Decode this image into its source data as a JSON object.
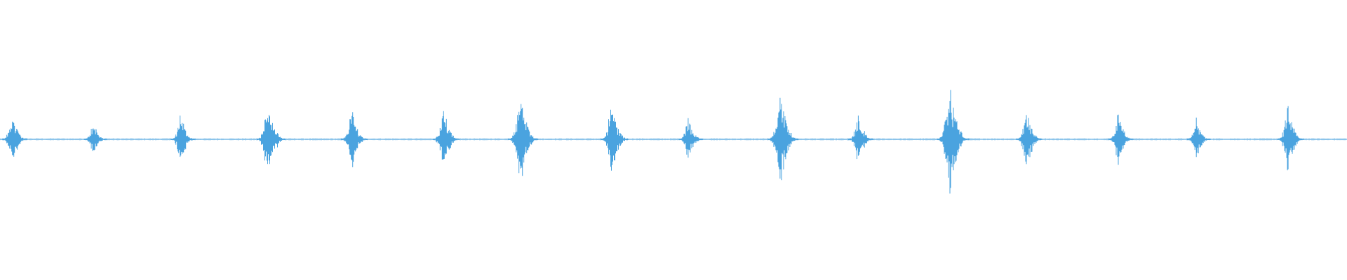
{
  "waveform": {
    "color": "#4aa3df",
    "background": "#ffffff",
    "peaks": [
      {
        "t": 0.009,
        "amp": 0.09
      },
      {
        "t": 0.069,
        "amp": 0.06
      },
      {
        "t": 0.134,
        "amp": 0.09
      },
      {
        "t": 0.199,
        "amp": 0.14
      },
      {
        "t": 0.261,
        "amp": 0.11
      },
      {
        "t": 0.329,
        "amp": 0.11
      },
      {
        "t": 0.386,
        "amp": 0.16
      },
      {
        "t": 0.454,
        "amp": 0.13
      },
      {
        "t": 0.511,
        "amp": 0.08
      },
      {
        "t": 0.579,
        "amp": 0.17
      },
      {
        "t": 0.637,
        "amp": 0.09
      },
      {
        "t": 0.705,
        "amp": 0.19
      },
      {
        "t": 0.762,
        "amp": 0.1
      },
      {
        "t": 0.83,
        "amp": 0.09
      },
      {
        "t": 0.888,
        "amp": 0.07
      },
      {
        "t": 0.956,
        "amp": 0.11
      }
    ]
  }
}
